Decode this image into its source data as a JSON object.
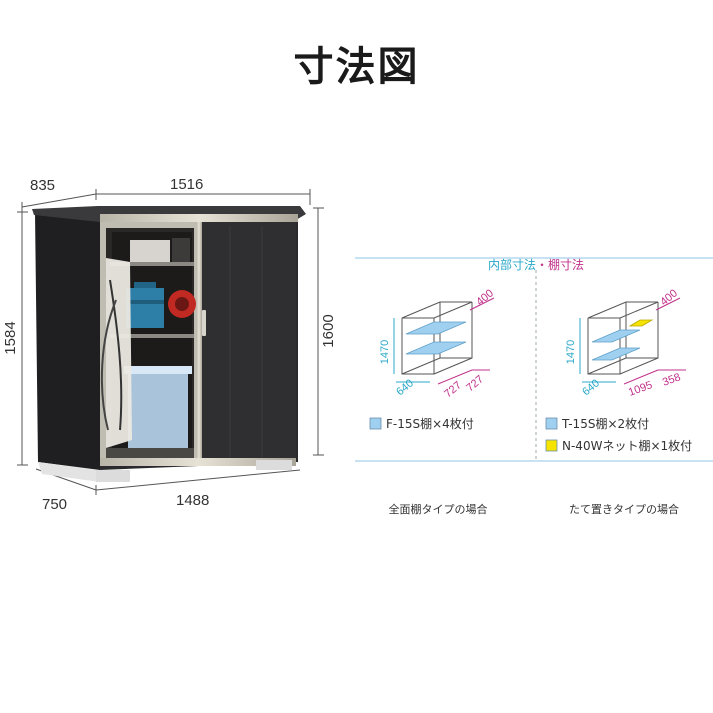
{
  "title": "寸法図",
  "exterior": {
    "depth_top": "835",
    "width_top": "1516",
    "height_left": "1584",
    "height_right": "1600",
    "depth_bottom": "750",
    "width_bottom": "1488"
  },
  "interior": {
    "header_part1": "内部寸法",
    "header_sep": "・",
    "header_part2": "棚寸法",
    "left": {
      "depth": "400",
      "height": "1470",
      "front_depth": "640",
      "width_a": "727",
      "width_b": "727",
      "legend_text": "F-15S棚×4枚付",
      "legend_color": "#9fd0f0",
      "caption": "全面棚タイプの場合"
    },
    "right": {
      "depth": "400",
      "height": "1470",
      "front_depth": "640",
      "width_a": "1095",
      "width_b": "358",
      "legend1_text": "T-15S棚×2枚付",
      "legend1_color": "#9fd0f0",
      "legend2_text": "N-40Wネット棚×1枚付",
      "legend2_color": "#f7e300",
      "caption": "たて置きタイプの場合"
    }
  },
  "colors": {
    "shed_body": "#2b2b2d",
    "magenta_dim": "#c0308a",
    "cyan_dim": "#2aa8c8",
    "shelf_blue": "#9fd0f0",
    "panel_line": "#8fc6e6"
  }
}
